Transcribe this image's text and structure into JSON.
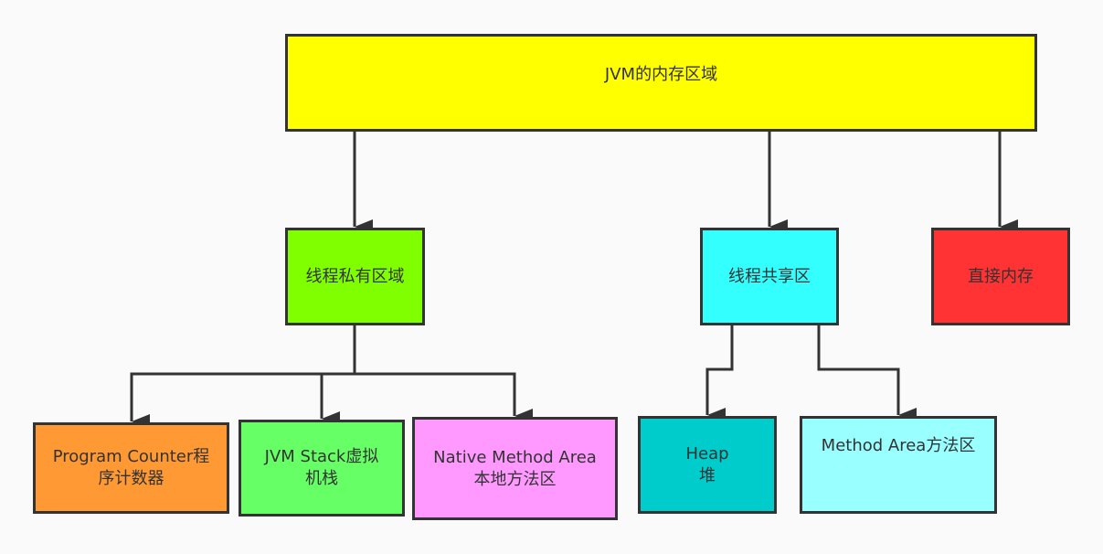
{
  "diagram": {
    "root": {
      "label": "JVM的内存区域",
      "color": "#ffff00"
    },
    "thread_private": {
      "label": "线程私有区域",
      "color": "#80ff00"
    },
    "thread_shared": {
      "label": "线程共享区",
      "color": "#33ffff"
    },
    "direct_memory": {
      "label": "直接内存",
      "color": "#ff3333"
    },
    "program_counter": {
      "line1": "Program Counter程",
      "line2": "序计数器",
      "color": "#ff9933"
    },
    "jvm_stack": {
      "line1": "JVM Stack虚拟",
      "line2": "机栈",
      "color": "#66ff66"
    },
    "native_method_area": {
      "line1": "Native Method Area",
      "line2": "本地方法区",
      "color": "#ff99ff"
    },
    "heap": {
      "line1": "Heap",
      "line2": "堆",
      "color": "#00cccc"
    },
    "method_area": {
      "label": "Method Area方法区",
      "color": "#99ffff"
    },
    "edge_color": "#333333"
  }
}
